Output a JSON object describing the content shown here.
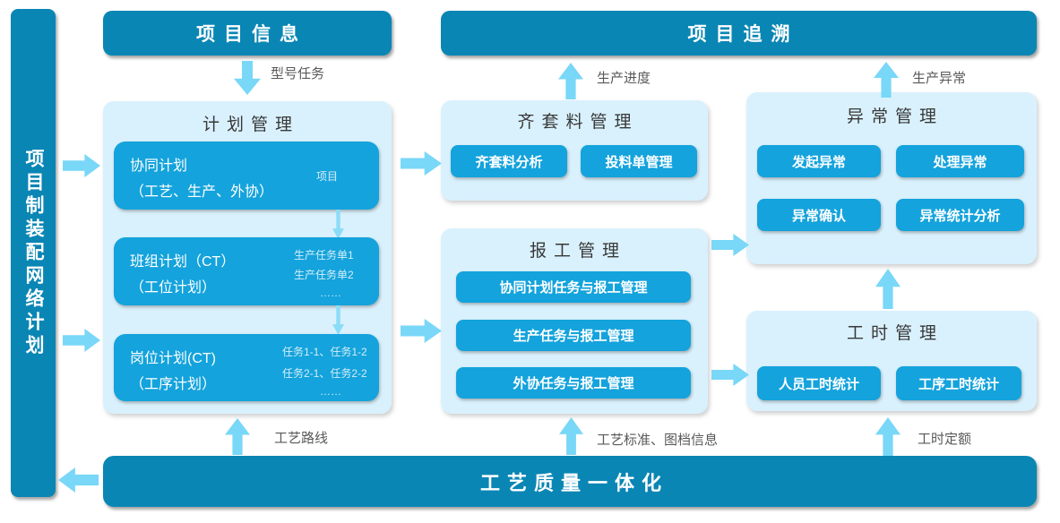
{
  "colors": {
    "dark_teal": "#0a86b4",
    "panel_blue": "#d9f1fd",
    "button_blue": "#14a3dc",
    "arrow_blue": "#79d7f7",
    "label_gray": "#595959"
  },
  "left_bar": {
    "text": "项目制装配网络计划"
  },
  "header": {
    "project_info": "项目信息",
    "project_trace": "项目追溯"
  },
  "labels": {
    "model_task": "型号任务",
    "production_progress": "生产进度",
    "production_exception": "生产异常",
    "process_route": "工艺路线",
    "process_standard": "工艺标准、图档信息",
    "hour_quota": "工时定额"
  },
  "plan": {
    "title": "计划管理",
    "boxes": [
      {
        "line1": "协同计划",
        "line2": "（工艺、生产、外协）",
        "side1": "项目"
      },
      {
        "line1": "班组计划（CT）",
        "line2": "（工位计划）",
        "side1": "生产任务单1",
        "side2": "生产任务单2",
        "side3": "……"
      },
      {
        "line1": "岗位计划(CT)",
        "line2": "（工序计划）",
        "side1": "任务1-1、任务1-2",
        "side2": "任务2-1、任务2-2",
        "side3": "……"
      }
    ]
  },
  "material": {
    "title": "齐套料管理",
    "buttons": [
      "齐套料分析",
      "投料单管理"
    ]
  },
  "report": {
    "title": "报工管理",
    "buttons": [
      "协同计划任务与报工管理",
      "生产任务与报工管理",
      "外协任务与报工管理"
    ]
  },
  "exception": {
    "title": "异常管理",
    "buttons": [
      "发起异常",
      "处理异常",
      "异常确认",
      "异常统计分析"
    ]
  },
  "hours": {
    "title": "工时管理",
    "buttons": [
      "人员工时统计",
      "工序工时统计"
    ]
  },
  "bottom_bar": {
    "text": "工艺质量一体化"
  }
}
